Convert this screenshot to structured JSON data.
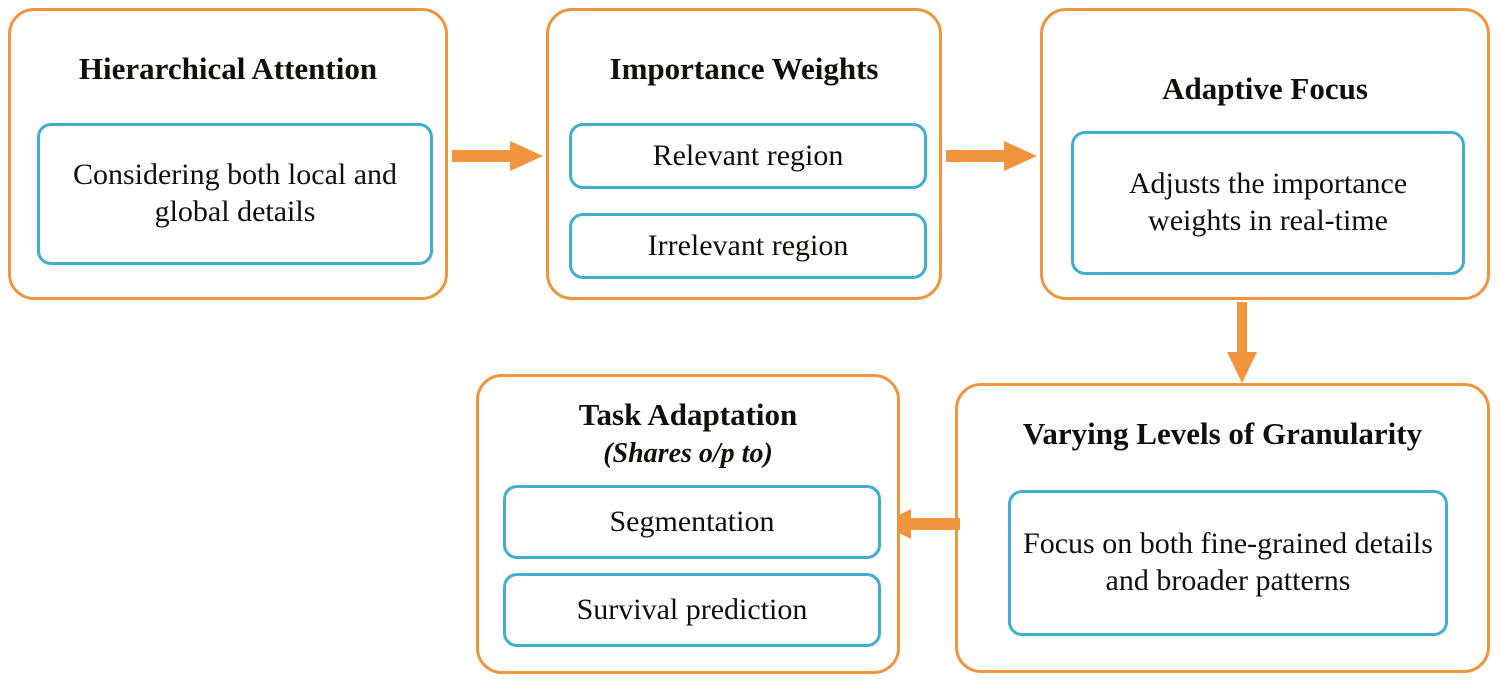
{
  "diagram": {
    "title": "Hierarchical Attention pipeline flowchart",
    "colors": {
      "accent_orange": "#F0943E",
      "accent_blue": "#3FAED0",
      "text": "#100F0D",
      "background": "#FFFFFF"
    },
    "stages": [
      {
        "id": "hierarchical-attention",
        "title": "Hierarchical Attention",
        "subtitle": "",
        "items": [
          {
            "text": "Considering both local and global details"
          }
        ]
      },
      {
        "id": "importance-weights",
        "title": "Importance Weights",
        "subtitle": "",
        "items": [
          {
            "text": "Relevant region"
          },
          {
            "text": "Irrelevant region"
          }
        ]
      },
      {
        "id": "adaptive-focus",
        "title": "Adaptive Focus",
        "subtitle": "",
        "items": [
          {
            "text": "Adjusts the importance weights in real-time"
          }
        ]
      },
      {
        "id": "varying-levels-of-granularity",
        "title": "Varying Levels of Granularity",
        "subtitle": "",
        "items": [
          {
            "text": "Focus on both fine-grained details and broader patterns"
          }
        ]
      },
      {
        "id": "task-adaptation",
        "title": "Task Adaptation",
        "subtitle": "(Shares o/p to)",
        "items": [
          {
            "text": "Segmentation"
          },
          {
            "text": "Survival prediction"
          }
        ]
      }
    ],
    "arrows": [
      {
        "id": "arrow-1",
        "from": "hierarchical-attention",
        "to": "importance-weights",
        "direction": "right"
      },
      {
        "id": "arrow-2",
        "from": "importance-weights",
        "to": "adaptive-focus",
        "direction": "right"
      },
      {
        "id": "arrow-3",
        "from": "adaptive-focus",
        "to": "varying-levels-of-granularity",
        "direction": "down"
      },
      {
        "id": "arrow-4",
        "from": "varying-levels-of-granularity",
        "to": "task-adaptation",
        "direction": "left"
      }
    ]
  }
}
